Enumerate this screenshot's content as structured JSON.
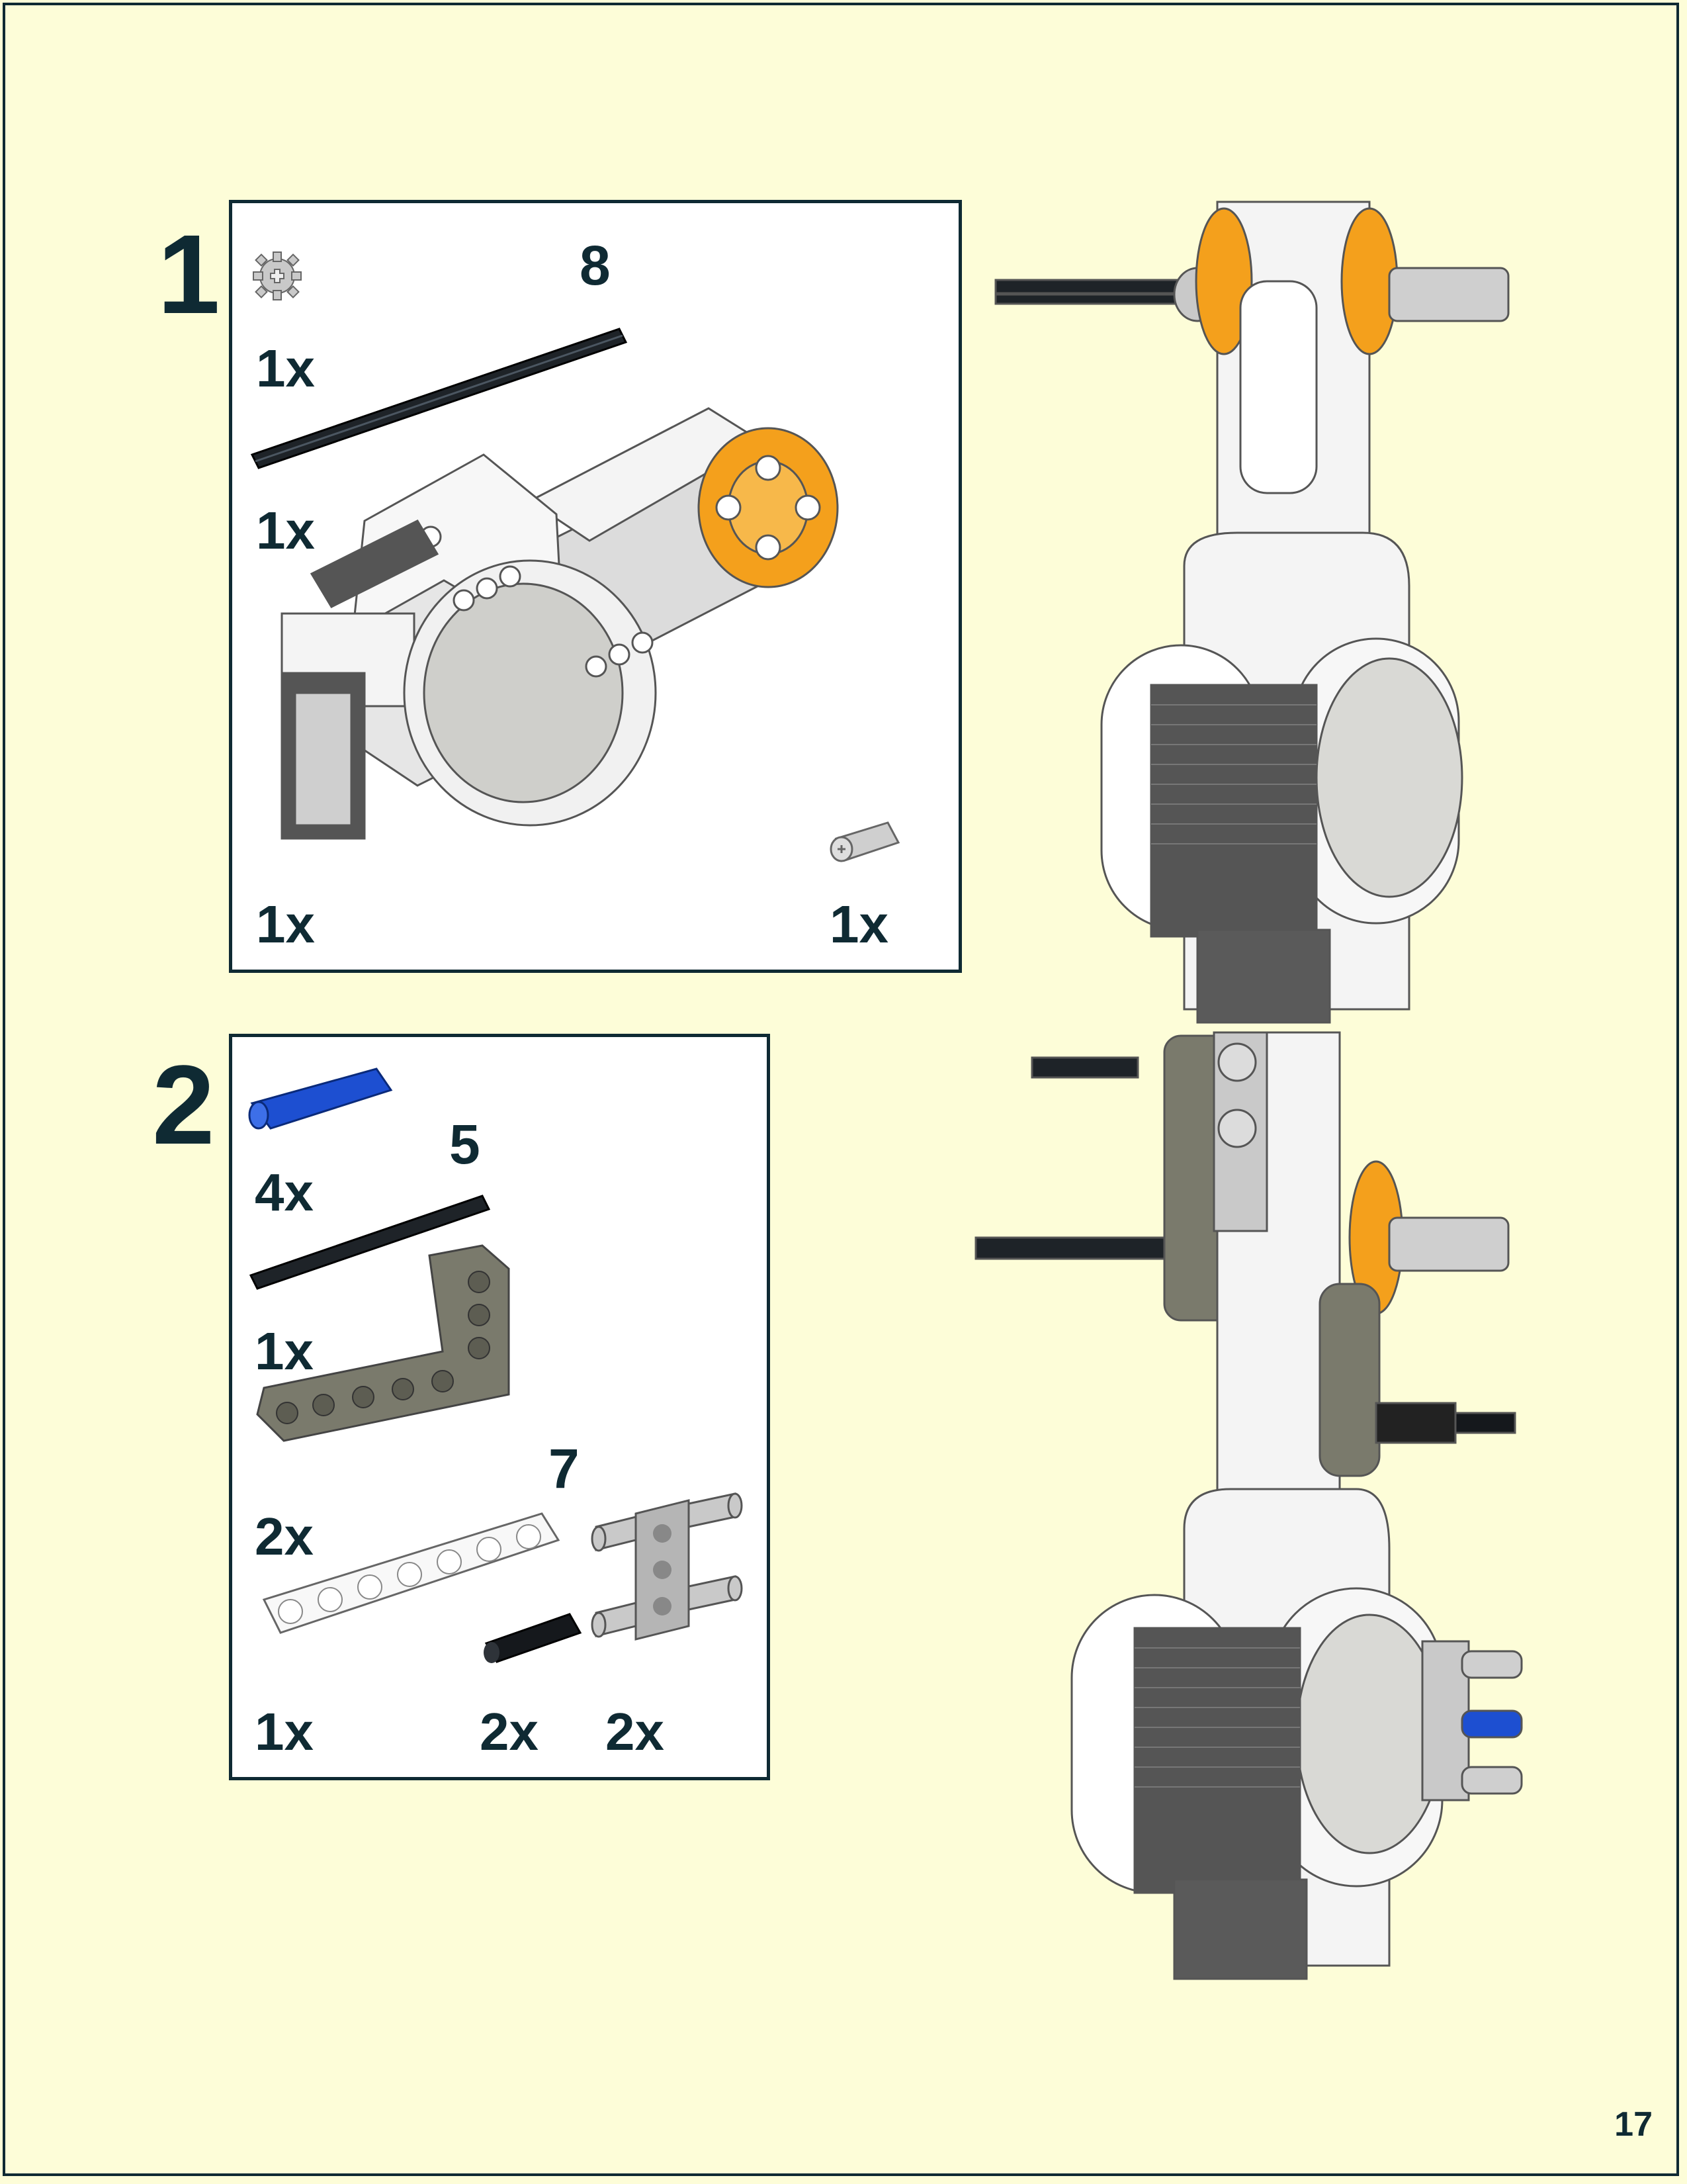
{
  "page_number": "17",
  "colors": {
    "background": "#fdfdd8",
    "border": "#0f2a33",
    "orange": "#f7a127",
    "blue": "#1d4fd1",
    "dark_beam": "#7a7a6c"
  },
  "steps": [
    {
      "number": "1",
      "parts": [
        {
          "icon": "gear-8-tooth-icon",
          "qty": "1x"
        },
        {
          "icon": "axle-black-icon",
          "qty": "1x",
          "length": "8"
        },
        {
          "icon": "nxt-motor-icon",
          "qty": "1x"
        },
        {
          "icon": "axle-connector-icon",
          "qty": "1x"
        }
      ]
    },
    {
      "number": "2",
      "parts": [
        {
          "icon": "blue-axle-pin-icon",
          "qty": "4x"
        },
        {
          "icon": "axle-black-icon",
          "qty": "1x",
          "length": "5"
        },
        {
          "icon": "l-beam-icon",
          "qty": "2x"
        },
        {
          "icon": "beam-7-icon",
          "qty": "1x",
          "length": "7"
        },
        {
          "icon": "black-pin-icon",
          "qty": "2x"
        },
        {
          "icon": "pin-connector-icon",
          "qty": "2x"
        }
      ]
    }
  ]
}
